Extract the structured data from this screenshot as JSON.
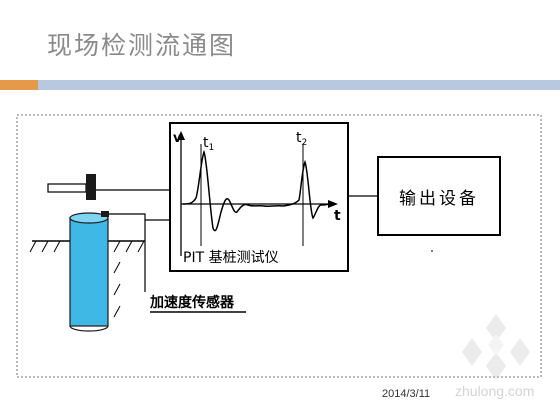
{
  "slide": {
    "title": "现场检测流通图",
    "date": "2014/3/11",
    "watermark": "zhulong.com"
  },
  "diagram": {
    "pit_label": "PIT 基桩测试仪",
    "output_label": "输出设备",
    "sensor_label": "加速度传感器",
    "axis_v": "v",
    "axis_t": "t",
    "marker_t1": "t",
    "marker_t1_sub": "1",
    "marker_t2": "t",
    "marker_t2_sub": "2"
  },
  "colors": {
    "accent_orange": "#e59a4a",
    "accent_blue": "#b8c9df",
    "pile_fill": "#3fb8e6",
    "title_gray": "#8a8a8a"
  }
}
